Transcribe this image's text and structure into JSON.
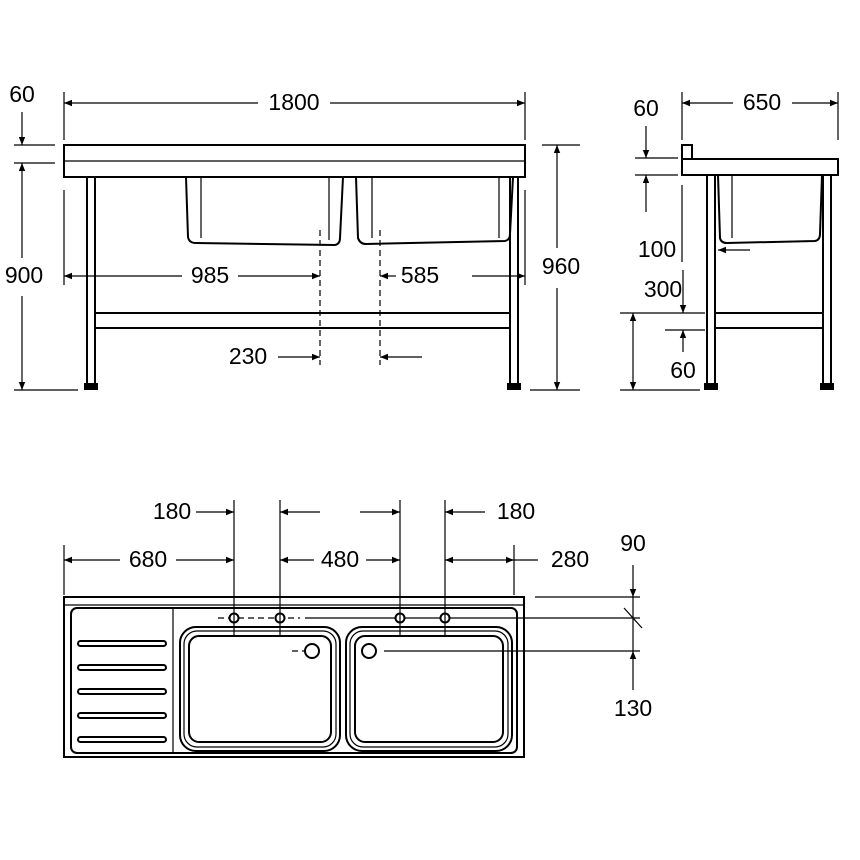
{
  "front_view": {
    "width": "1800",
    "top_thickness_left": "60",
    "leg_height": "900",
    "total_height": "960",
    "bowl_left_offset": "985",
    "bowl_right_offset": "585",
    "bowl_gap": "230"
  },
  "side_view": {
    "depth": "650",
    "top_thickness": "60",
    "bowl_setback": "100",
    "shelf_height": "300",
    "shelf_thickness": "60"
  },
  "top_view": {
    "tap_hole_left": "180",
    "tap_hole_right": "180",
    "drainer_offset": "680",
    "bowl_spacing": "480",
    "right_offset": "280",
    "tap_row_depth": "90",
    "waste_depth": "130"
  },
  "colors": {
    "line": "#000000",
    "background": "#ffffff"
  }
}
